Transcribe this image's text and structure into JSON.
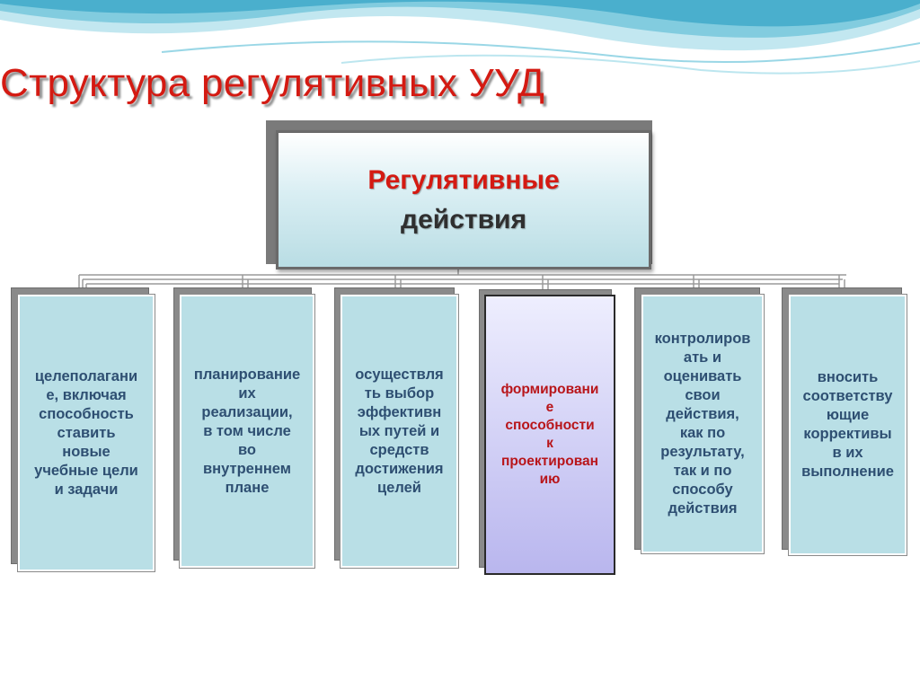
{
  "title": "Структура регулятивных УУД",
  "root": {
    "line1": "Регулятивные",
    "line2": "действия"
  },
  "children": [
    {
      "text": "целеполагани\nе, включая\nспособность\nставить\nновые\nучебные цели\nи задачи"
    },
    {
      "text": "планирование\nих\nреализации,\nв том числе\nво\nвнутреннем\nплане"
    },
    {
      "text": "осуществля\nть выбор\nэффективн\nых путей и\nсредств\nдостижения\nцелей"
    },
    {
      "text": "формировани\nе\nспособности\nк\nпроектирован\nию"
    },
    {
      "text": "контролиров\nать и\nоценивать\nсвои\nдействия,\nкак по\nрезультату,\nтак и по\nспособу\nдействия"
    },
    {
      "text": "вносить\nсоответству\nющие\nкоррективы\nв их\nвыполнение"
    }
  ],
  "colors": {
    "title": "#d41a12",
    "child_fill": "#b9dfe6",
    "child_text": "#2e4f72",
    "highlight_fill": "#b9b6ee",
    "highlight_text": "#b8151a"
  }
}
